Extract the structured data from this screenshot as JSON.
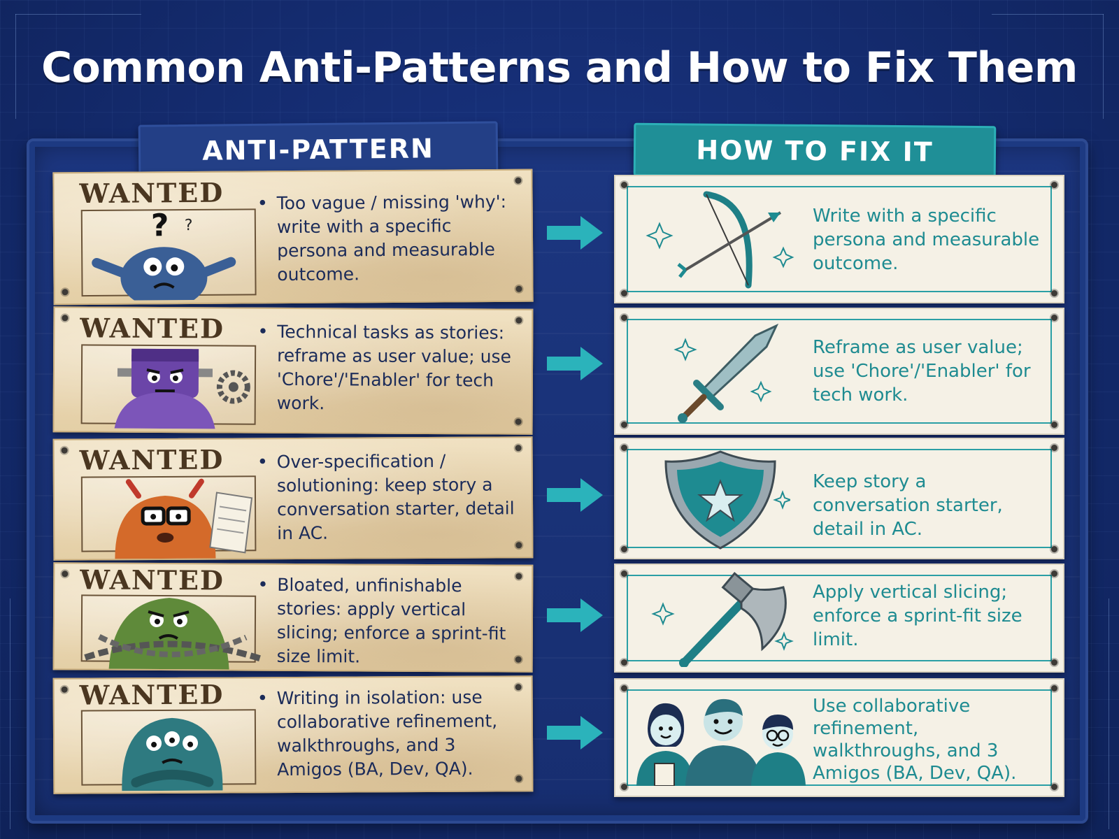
{
  "title": "Common Anti-Patterns and How to Fix Them",
  "headers": {
    "left": "ANTI-PATTERN",
    "right": "HOW TO FIX IT"
  },
  "poster_label": "WANTED",
  "rows": [
    {
      "anti": "Too vague / missing 'why': write with a specific persona and measurable outcome.",
      "fix": "Write with a specific persona and measurable outcome.",
      "monster": "confused-blue-monster",
      "icon": "bow-and-arrow-icon"
    },
    {
      "anti": "Technical tasks as stories: reframe as user value; use 'Chore'/'Enabler' for tech work.",
      "fix": "Reframe as user value; use 'Chore'/'Enabler' for tech work.",
      "monster": "purple-bolt-monster",
      "icon": "sword-icon"
    },
    {
      "anti": "Over-specification / solutioning: keep story a conversation starter, detail in AC.",
      "fix": "Keep story a conversation starter, detail in AC.",
      "monster": "orange-glasses-monster",
      "icon": "shield-icon"
    },
    {
      "anti": "Bloated, unfinishable stories: apply vertical slicing; enforce a sprint-fit size limit.",
      "fix": "Apply vertical slicing; enforce a sprint-fit size limit.",
      "monster": "green-chained-monster",
      "icon": "axe-icon"
    },
    {
      "anti": "Writing in isolation: use collaborative refinement, walkthroughs, and 3 Amigos (BA, Dev, QA).",
      "fix": "Use collaborative refinement, walkthroughs, and 3 Amigos (BA, Dev, QA).",
      "monster": "teal-three-eyed-monster",
      "icon": "three-amigos-icon"
    }
  ],
  "colors": {
    "background": "#142b6e",
    "teal": "#1e8b91",
    "parchment": "#eddcb9",
    "navy_text": "#1b2b59"
  }
}
